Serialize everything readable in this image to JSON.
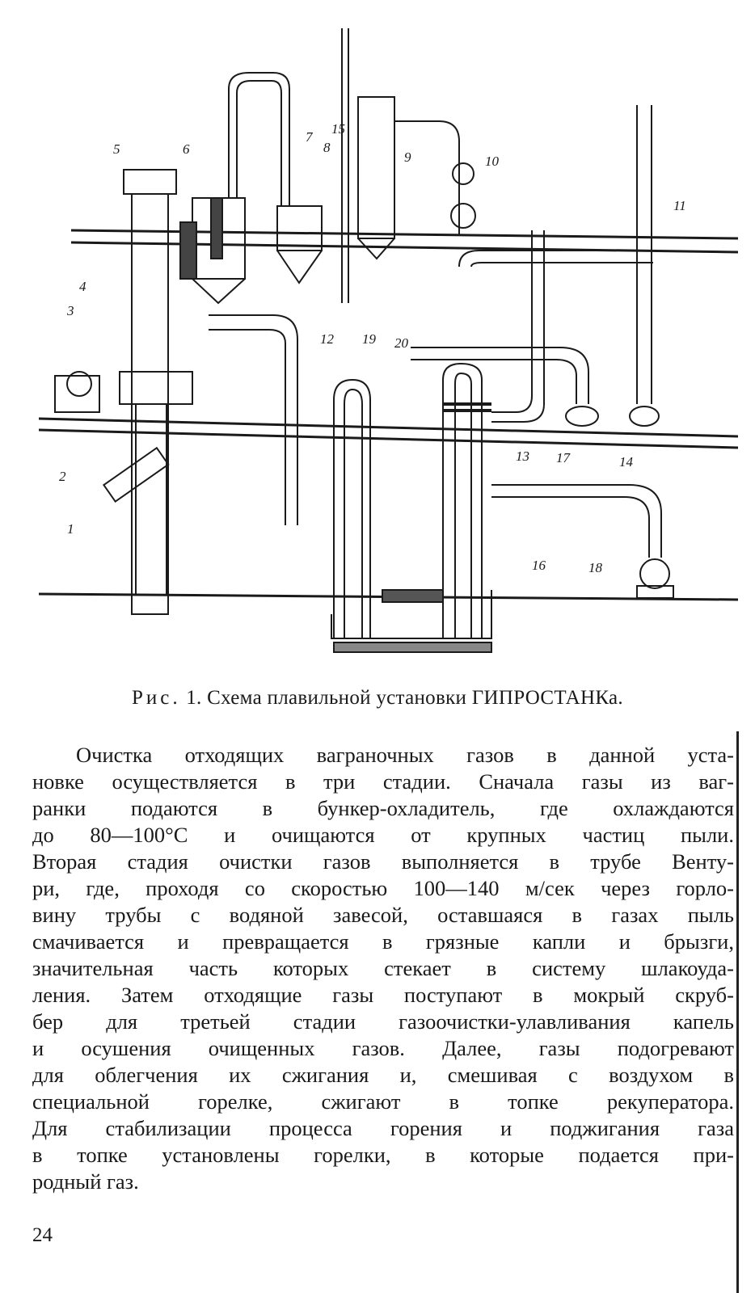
{
  "figure": {
    "labels": [
      "1",
      "2",
      "3",
      "4",
      "5",
      "6",
      "7",
      "8",
      "9",
      "10",
      "11",
      "12",
      "13",
      "14",
      "15",
      "16",
      "17",
      "18",
      "19",
      "20"
    ]
  },
  "caption": {
    "prefix": "Рис.",
    "text": "1. Схема плавильной установки ГИПРОСТАНКа."
  },
  "body": {
    "lines": [
      "Очистка отходящих ваграночных газов в данной уста-",
      "новке осуществляется в три стадии. Сначала газы из ваг-",
      "ранки подаются в бункер-охладитель, где охлаждаются",
      "до 80—100°С и очищаются от крупных частиц пыли.",
      "Вторая стадия очистки газов выполняется в трубе Венту-",
      "ри, где, проходя со скоростью 100—140 м/сек через горло-",
      "вину трубы с водяной завесой, оставшаяся в газах пыль",
      "смачивается и превращается в грязные капли и брызги,",
      "значительная часть которых стекает в систему шлакоуда-",
      "ления. Затем отходящие газы поступают в мокрый скруб-",
      "бер для третьей стадии газоочистки-улавливания капель",
      "и осушения очищенных газов. Далее, газы подогревают",
      "для облегчения их сжигания и, смешивая с воздухом в",
      "специальной горелке, сжигают в топке рекуператора.",
      "Для стабилизации процесса горения и поджигания газа",
      "в топке установлены горелки, в которые подается при-",
      "родный газ."
    ]
  },
  "page_number": "24"
}
